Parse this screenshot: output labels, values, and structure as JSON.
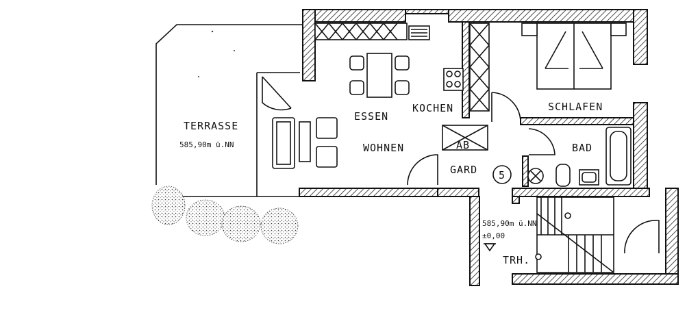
{
  "rooms": {
    "terrasse": "TERRASSE",
    "essen": "ESSEN",
    "kochen": "KOCHEN",
    "schlafen": "SCHLAFEN",
    "wohnen": "WOHNEN",
    "bad": "BAD",
    "gard": "GARD",
    "trh": "TRH.",
    "ab": "AB"
  },
  "levels": {
    "terrace_level": "585,90m ü.NN",
    "entry_level": "585,90m  ü.NN",
    "entry_zero": "±0,00"
  },
  "markers": {
    "apartment_number": "5"
  }
}
